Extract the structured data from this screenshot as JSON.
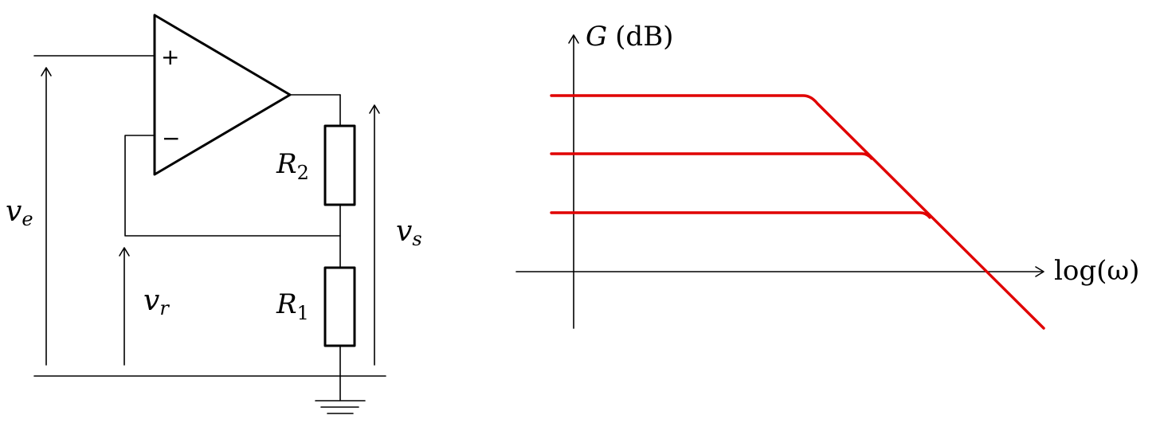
{
  "circuit": {
    "plus_sign": "+",
    "minus_sign": "−",
    "ve": {
      "main": "v",
      "sub": "e"
    },
    "vr": {
      "main": "v",
      "sub": "r"
    },
    "vs": {
      "main": "v",
      "sub": "s"
    },
    "r2": {
      "main": "R",
      "sub": "2"
    },
    "r1": {
      "main": "R",
      "sub": "1"
    }
  },
  "plot": {
    "y_label_var": "G",
    "y_label_unit": "(dB)",
    "x_label": "log(ω)",
    "curve_color": "#e00000",
    "curves": [
      "gain-curve-1",
      "gain-curve-2",
      "gain-curve-3"
    ]
  }
}
